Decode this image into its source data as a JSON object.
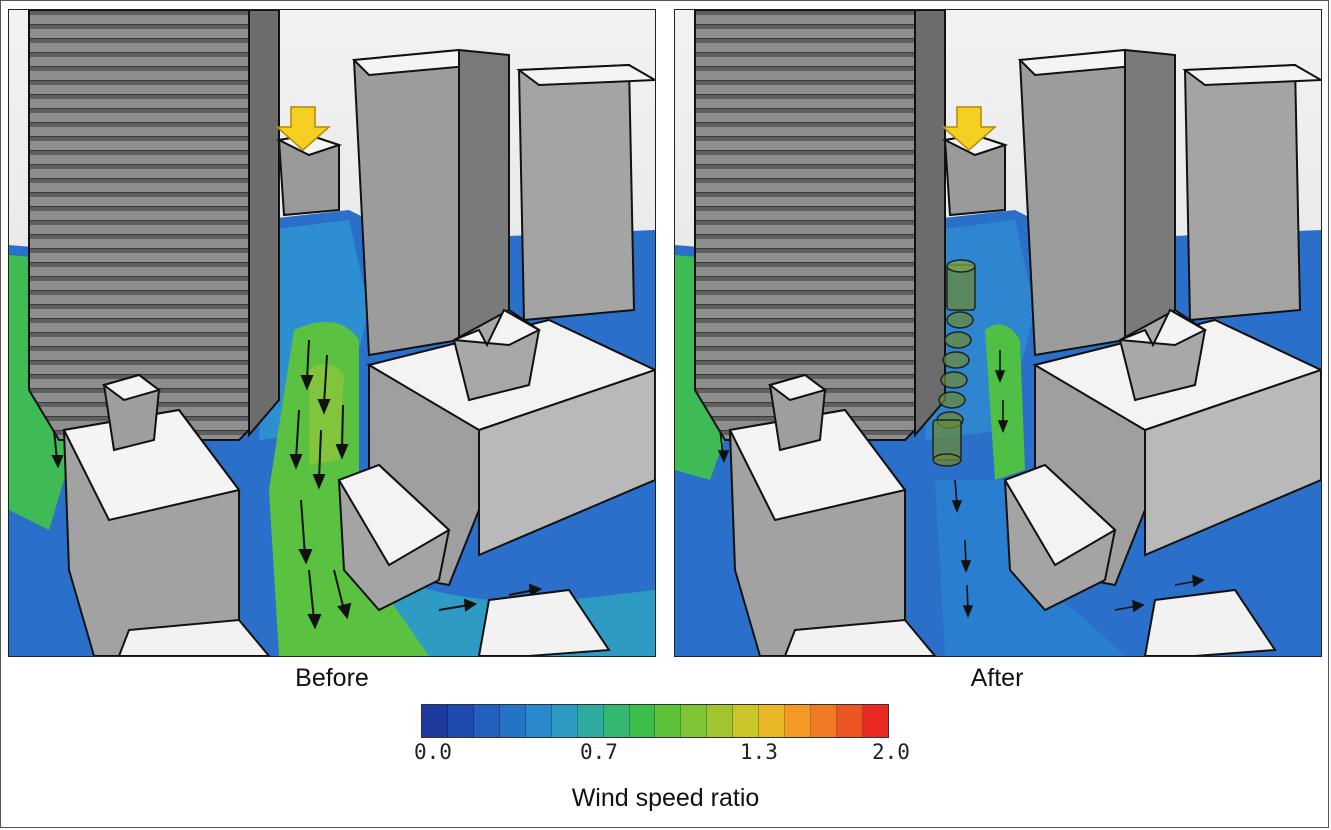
{
  "panels": [
    {
      "id": "before",
      "caption": "Before",
      "has_trees": false
    },
    {
      "id": "after",
      "caption": "After",
      "has_trees": true
    }
  ],
  "colorbar": {
    "label": "Wind speed ratio",
    "min": 0.0,
    "max": 2.0,
    "tick_labels": [
      "0.0",
      "0.7",
      "1.3",
      "2.0"
    ],
    "colors": [
      "#1d3a9e",
      "#1f4bb0",
      "#2160bd",
      "#2474c6",
      "#2a88cc",
      "#2e9bc4",
      "#2eab9e",
      "#34b770",
      "#3dbd4a",
      "#5cc23a",
      "#7fc636",
      "#a1c530",
      "#c9c52a",
      "#e9b726",
      "#f29a25",
      "#f07a24",
      "#ec5424",
      "#e82a22"
    ]
  },
  "wind_arrow_color": "#f5d022"
}
